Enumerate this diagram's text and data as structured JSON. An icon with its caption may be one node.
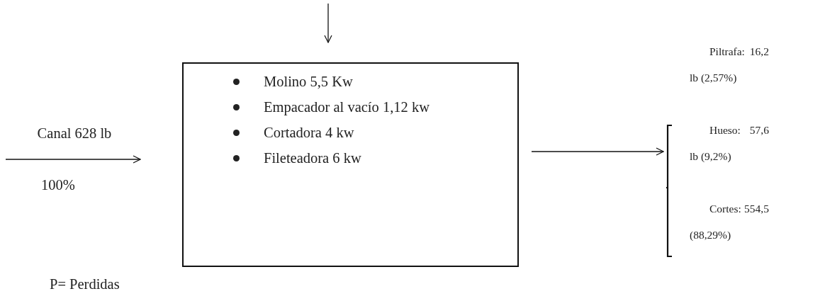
{
  "diagram": {
    "nodes": [
      {
        "text": [
          "Molino 5,5 Kw",
          "Empacador al vacío 1,12 kw",
          "Cortadora 4 kw",
          "Fileteadora 6 kw"
        ]
      },
      {
        "text": [
          "Piltrafa: 16,2 lb (2,57%)",
          "Hueso: 57,6 lb (9,2%)",
          "Cortes: 554,5 (88,29%)"
        ]
      }
    ],
    "edges": [
      {
        "from": null,
        "to": 0,
        "arrow": "to"
      },
      {
        "from": null,
        "to": 0,
        "arrow": "to",
        "label": "Canal 628 lb"
      },
      {
        "from": 0,
        "to": 1,
        "arrow": "to"
      }
    ],
    "labels": [
      "100%",
      "P= Perdidas"
    ]
  }
}
